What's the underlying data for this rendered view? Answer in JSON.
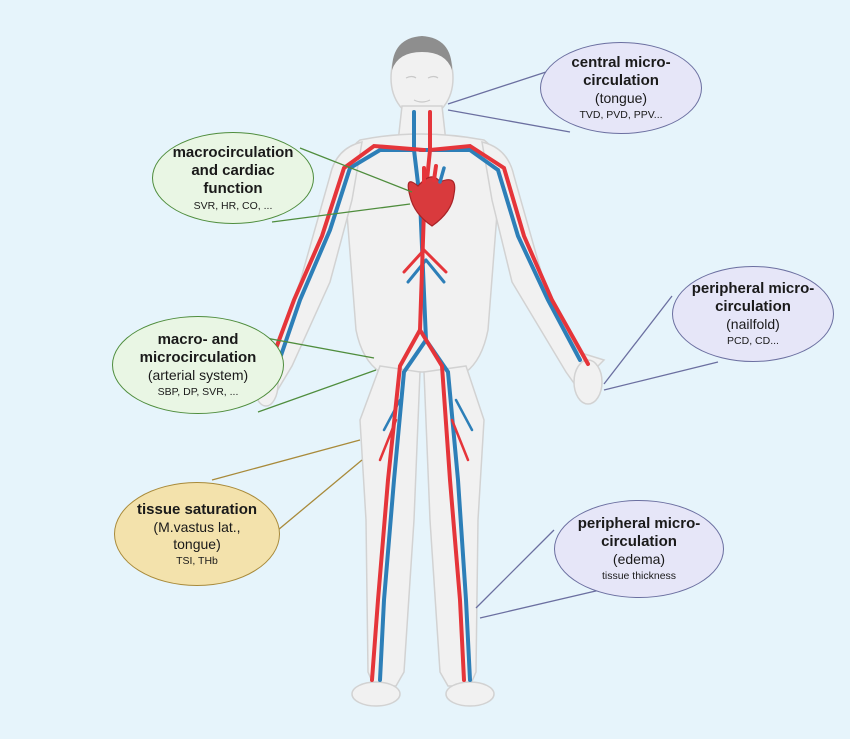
{
  "colors": {
    "background": "#e6f4fb",
    "artery": "#e5353a",
    "vein": "#2d7fb8",
    "body": "#f0f0f0",
    "bubble_purple": "#e6e6f8",
    "bubble_green": "#e9f6e4",
    "bubble_gold": "#f3e2ac"
  },
  "labels": {
    "central": {
      "title_lines": [
        "central micro-",
        "circulation"
      ],
      "sub_lines": [
        "(tongue)"
      ],
      "params": "TVD, PVD, PPV..."
    },
    "macro_cardiac": {
      "title_lines": [
        "macrocirculation",
        "and cardiac",
        "function"
      ],
      "sub_lines": [],
      "params": "SVR, HR, CO, ..."
    },
    "peripheral_nailfold": {
      "title_lines": [
        "peripheral micro-",
        "circulation"
      ],
      "sub_lines": [
        "(nailfold)"
      ],
      "params": "PCD, CD..."
    },
    "macro_micro": {
      "title_lines": [
        "macro- and",
        "microcirculation"
      ],
      "sub_lines": [
        "(arterial system)"
      ],
      "params": "SBP, DP, SVR, ..."
    },
    "tissue": {
      "title_lines": [
        "tissue saturation"
      ],
      "sub_lines": [
        "(M.vastus lat.,",
        "tongue)"
      ],
      "params": "TSI, THb"
    },
    "peripheral_edema": {
      "title_lines": [
        "peripheral micro-",
        "circulation"
      ],
      "sub_lines": [
        "(edema)"
      ],
      "params": "tissue thickness"
    }
  }
}
